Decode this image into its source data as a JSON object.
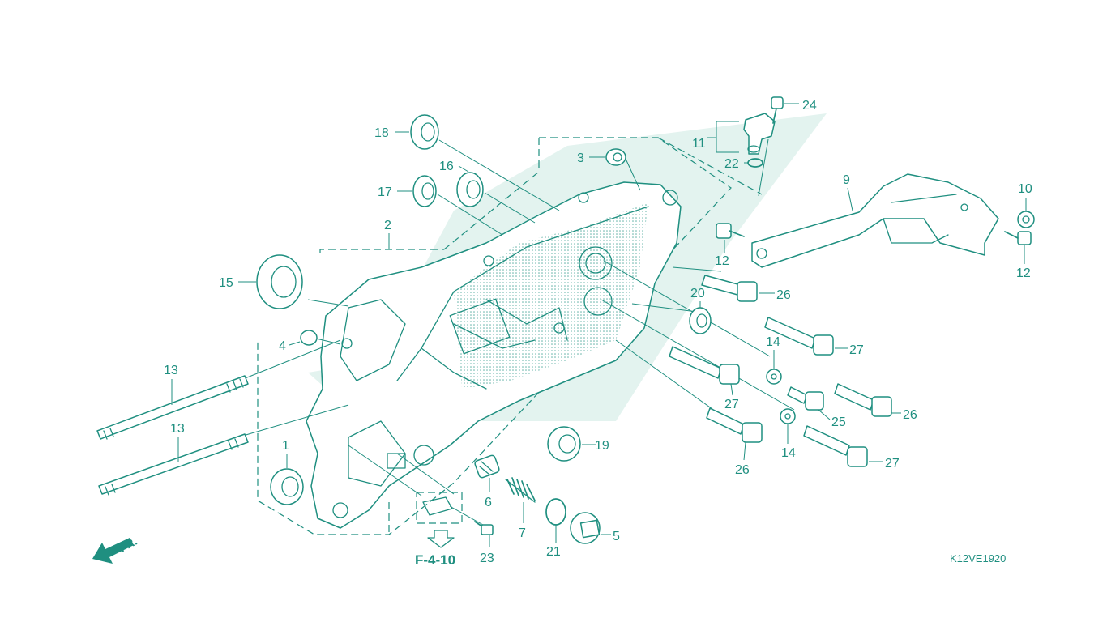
{
  "diagram": {
    "drawing_code": "K12VE1920",
    "reference_label": "F-4-10",
    "front_label": "FR.",
    "colors": {
      "line": "#1f8f80",
      "watermark": "#e3f3ef",
      "background": "#ffffff"
    },
    "callouts": {
      "c1": "1",
      "c2": "2",
      "c3": "3",
      "c4": "4",
      "c5": "5",
      "c6": "6",
      "c7": "7",
      "c9": "9",
      "c10": "10",
      "c11": "11",
      "c12a": "12",
      "c12b": "12",
      "c13a": "13",
      "c13b": "13",
      "c14a": "14",
      "c14b": "14",
      "c15": "15",
      "c16": "16",
      "c17": "17",
      "c18": "18",
      "c19": "19",
      "c20": "20",
      "c21": "21",
      "c22": "22",
      "c23": "23",
      "c24": "24",
      "c25": "25",
      "c26a": "26",
      "c26b": "26",
      "c26c": "26",
      "c27a": "27",
      "c27b": "27",
      "c27c": "27"
    }
  }
}
